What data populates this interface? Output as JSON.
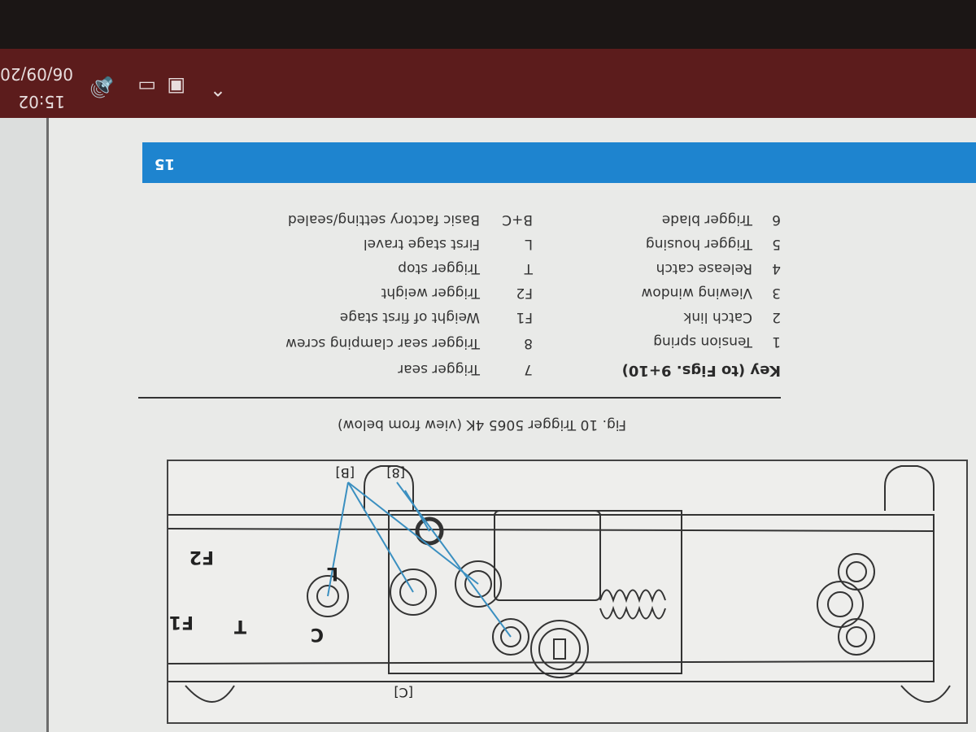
{
  "document": {
    "figure_caption": "Fig. 10 Trigger 5065 4K (view from below)",
    "diagram_labels": {
      "c_callout": "[C]",
      "b_callout": "[B]",
      "eight_callout": "[8]",
      "f1": "F1",
      "f2": "F2",
      "t": "T",
      "c": "C",
      "l": "L"
    },
    "key_title": "Key (to Figs. 9+10)",
    "key_left": [
      {
        "code": "1",
        "label": "Tension spring"
      },
      {
        "code": "2",
        "label": "Catch link"
      },
      {
        "code": "3",
        "label": "Viewing window"
      },
      {
        "code": "4",
        "label": "Release catch"
      },
      {
        "code": "5",
        "label": "Trigger housing"
      },
      {
        "code": "6",
        "label": "Trigger blade"
      }
    ],
    "key_right": [
      {
        "code": "7",
        "label": "Trigger sear"
      },
      {
        "code": "8",
        "label": "Trigger sear clamping screw"
      },
      {
        "code": "F1",
        "label": "Weight of first stage"
      },
      {
        "code": "F2",
        "label": "Trigger weight"
      },
      {
        "code": "T",
        "label": "Trigger stop"
      },
      {
        "code": "L",
        "label": "First stage travel"
      },
      {
        "code": "B+C",
        "label": "Basic factory setting/sealed"
      }
    ],
    "page_number": "15",
    "accent_color": "#1e84cf"
  },
  "taskbar": {
    "time": "15:02",
    "date": "06/09/20",
    "icons": [
      "chevron-up-icon",
      "network-icon",
      "battery-icon",
      "volume-icon"
    ],
    "color": "#5c1c1c"
  }
}
